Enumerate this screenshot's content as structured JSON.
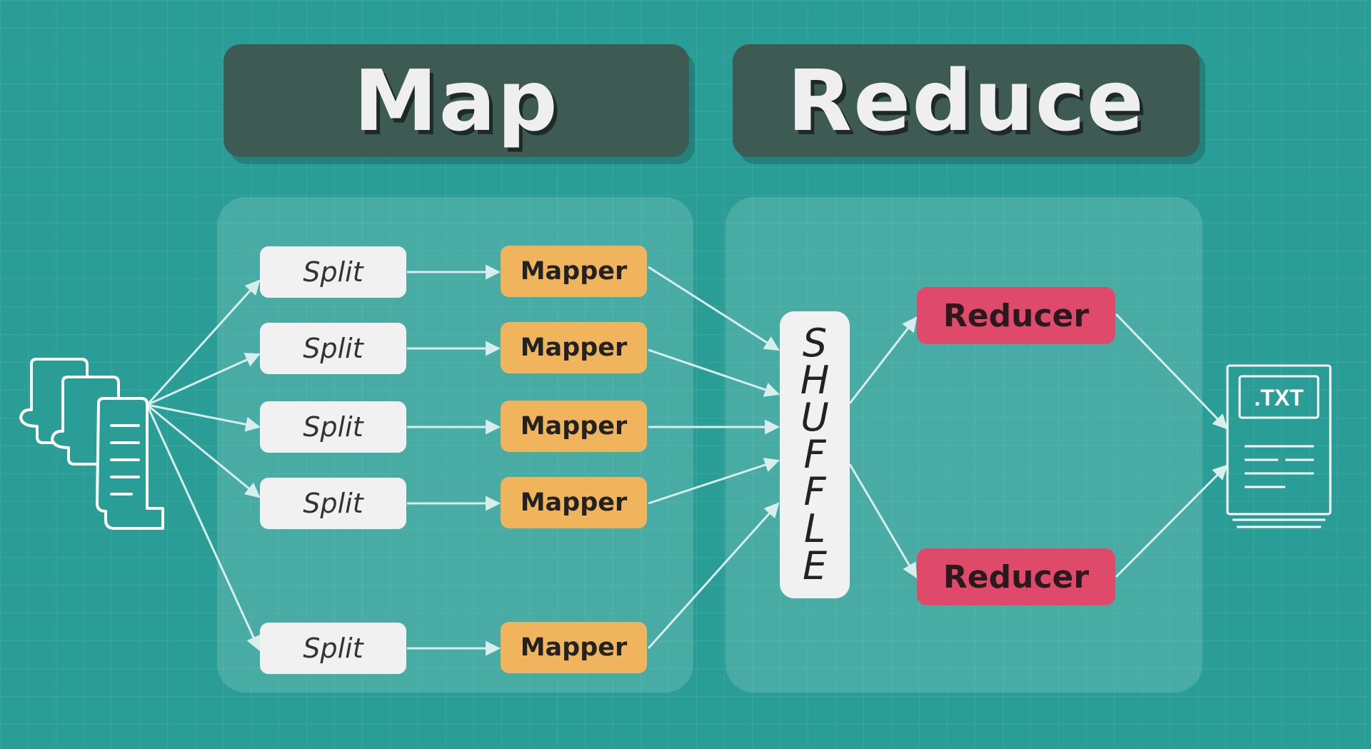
{
  "titles": {
    "map": "Map",
    "reduce": "Reduce"
  },
  "splits": [
    "Split",
    "Split",
    "Split",
    "Split",
    "Split"
  ],
  "mappers": [
    "Mapper",
    "Mapper",
    "Mapper",
    "Mapper",
    "Mapper"
  ],
  "shuffle_letters": [
    "S",
    "H",
    "U",
    "F",
    "F",
    "L",
    "E"
  ],
  "reducers": [
    "Reducer",
    "Reducer"
  ],
  "output_file": {
    "badge": ".TXT"
  },
  "colors": {
    "background": "#2a9e96",
    "banner": "#3d5a53",
    "split": "#f1f1f1",
    "mapper": "#f0b55c",
    "reducer": "#e04a6a",
    "arrow": "#d8eeec"
  },
  "icons": {
    "input": "document-stack-icon",
    "output": "text-file-icon"
  }
}
